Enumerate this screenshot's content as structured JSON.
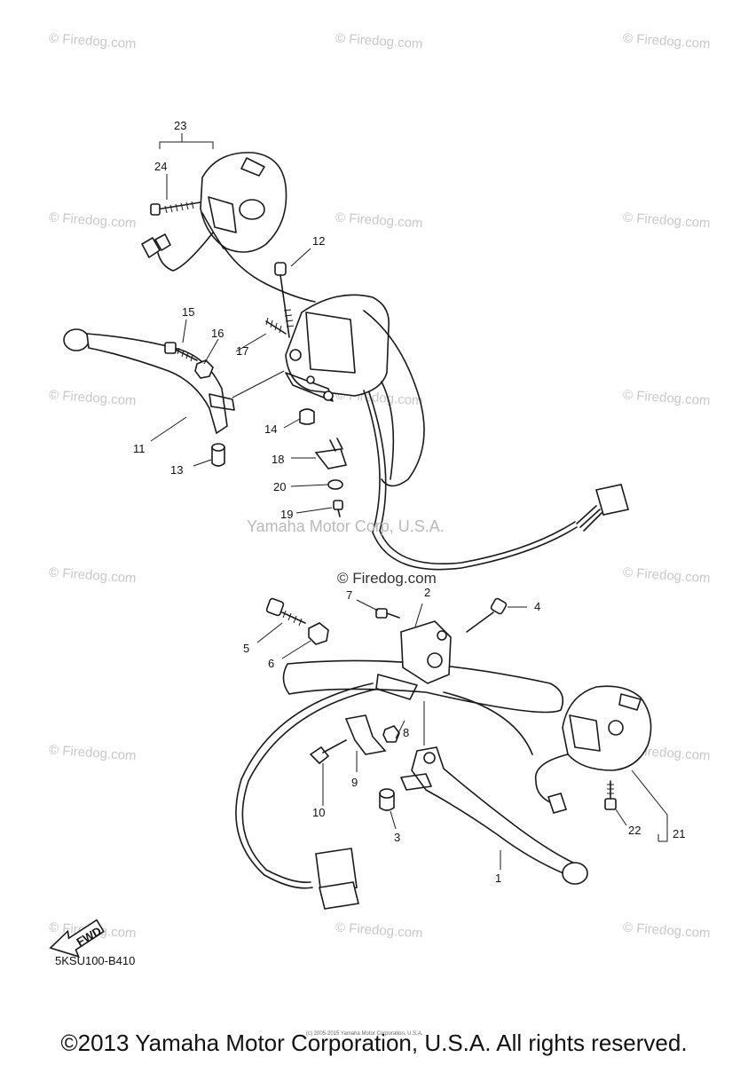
{
  "watermark": "© Firedog.com",
  "center_marks": {
    "yamaha": "Yamaha Motor Corp, U.S.A.",
    "firedog": "© Firedog.com"
  },
  "callouts": [
    "23",
    "24",
    "12",
    "15",
    "16",
    "17",
    "11",
    "13",
    "14",
    "18",
    "20",
    "19",
    "7",
    "2",
    "4",
    "5",
    "6",
    "8",
    "9",
    "10",
    "3",
    "1",
    "22",
    "21"
  ],
  "fwd_label": "FWD",
  "diagram_code": "5KSU100-B410",
  "tiny_note": "(c) 2005-2015 Yamaha Motor Corporation, U.S.A.",
  "footer": "©2013 Yamaha Motor Corporation, U.S.A. All rights reserved."
}
